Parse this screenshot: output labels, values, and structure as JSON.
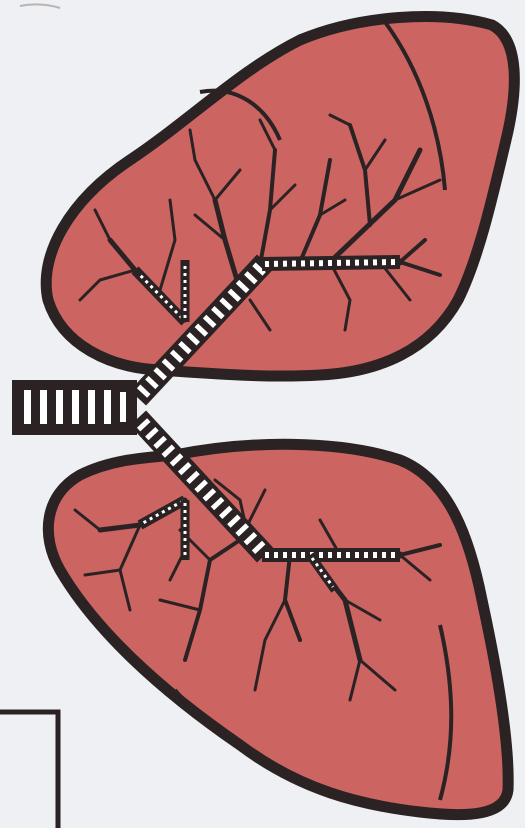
{
  "image": {
    "subject": "lungs-illustration",
    "parts": [
      "upper-lobe",
      "lower-lobe",
      "trachea",
      "bronchial-tree",
      "corner-frame"
    ]
  },
  "colors": {
    "background": "#eef0f3",
    "lung_fill": "#cc6462",
    "outline": "#2b2224",
    "airway_dash": "#ffffff"
  }
}
